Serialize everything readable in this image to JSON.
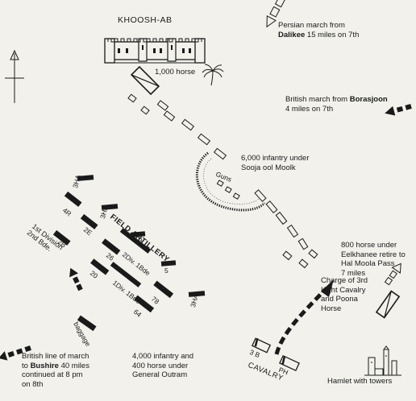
{
  "labels": {
    "khooshab": "KHOOSH-AB",
    "persian_march_1": "Persian march from",
    "persian_march_place": "Dalikee",
    "persian_march_2": " 15 miles on 7th",
    "horse_1000": "1,000 horse",
    "british_march_1": "British march from ",
    "british_march_place": "Borasjoon",
    "british_march_2": "4 miles on 7th",
    "infantry_6000_1": "6,000 infantry under",
    "infantry_6000_2": "Sooja ool Moolk",
    "guns": "Guns",
    "horse_800_1": "800 horse under",
    "horse_800_2": "Eelkhanee retire to",
    "horse_800_3": "Hal Moola Pass",
    "horse_800_4": "7 miles",
    "charge_1": "Charge of 3rd",
    "charge_2": "Light Cavalry",
    "charge_3": "and Poona",
    "charge_4": "Horse",
    "hamlet": "Hamlet with towers",
    "cavalry": "CAVALRY",
    "infantry_4000_1": "4,000 infantry and",
    "infantry_4000_2": "400 horse under",
    "infantry_4000_3": "General Outram",
    "british_line_1": "British line of march",
    "british_line_2_pre": "to ",
    "british_line_place": "Bushire",
    "british_line_2_post": " 40 miles",
    "british_line_3": "continued at 8 pm",
    "british_line_4": "on 8th",
    "first_division_1": "1st Division",
    "first_division_2": "2nd Bde.",
    "field_artillery": "FIELD ARTILLERY",
    "baggage": "baggage"
  },
  "units": {
    "u3ha_top": "3HA",
    "u4r": "4R",
    "u3ha_mid": "3HA",
    "u2e": "2E",
    "u2b": "2B",
    "u3": "3",
    "u26": "26",
    "u2div1bde": "2Div. 1Bde",
    "u5": "5",
    "u20": "20",
    "u1div1bde": "1Div. 1Bde",
    "u78": "78",
    "u64": "64",
    "u3ha_right": "3HA",
    "u3b": "3 B",
    "uph": "PH"
  },
  "colors": {
    "ink": "#1a1a1a",
    "paper": "#f2f1ec"
  }
}
